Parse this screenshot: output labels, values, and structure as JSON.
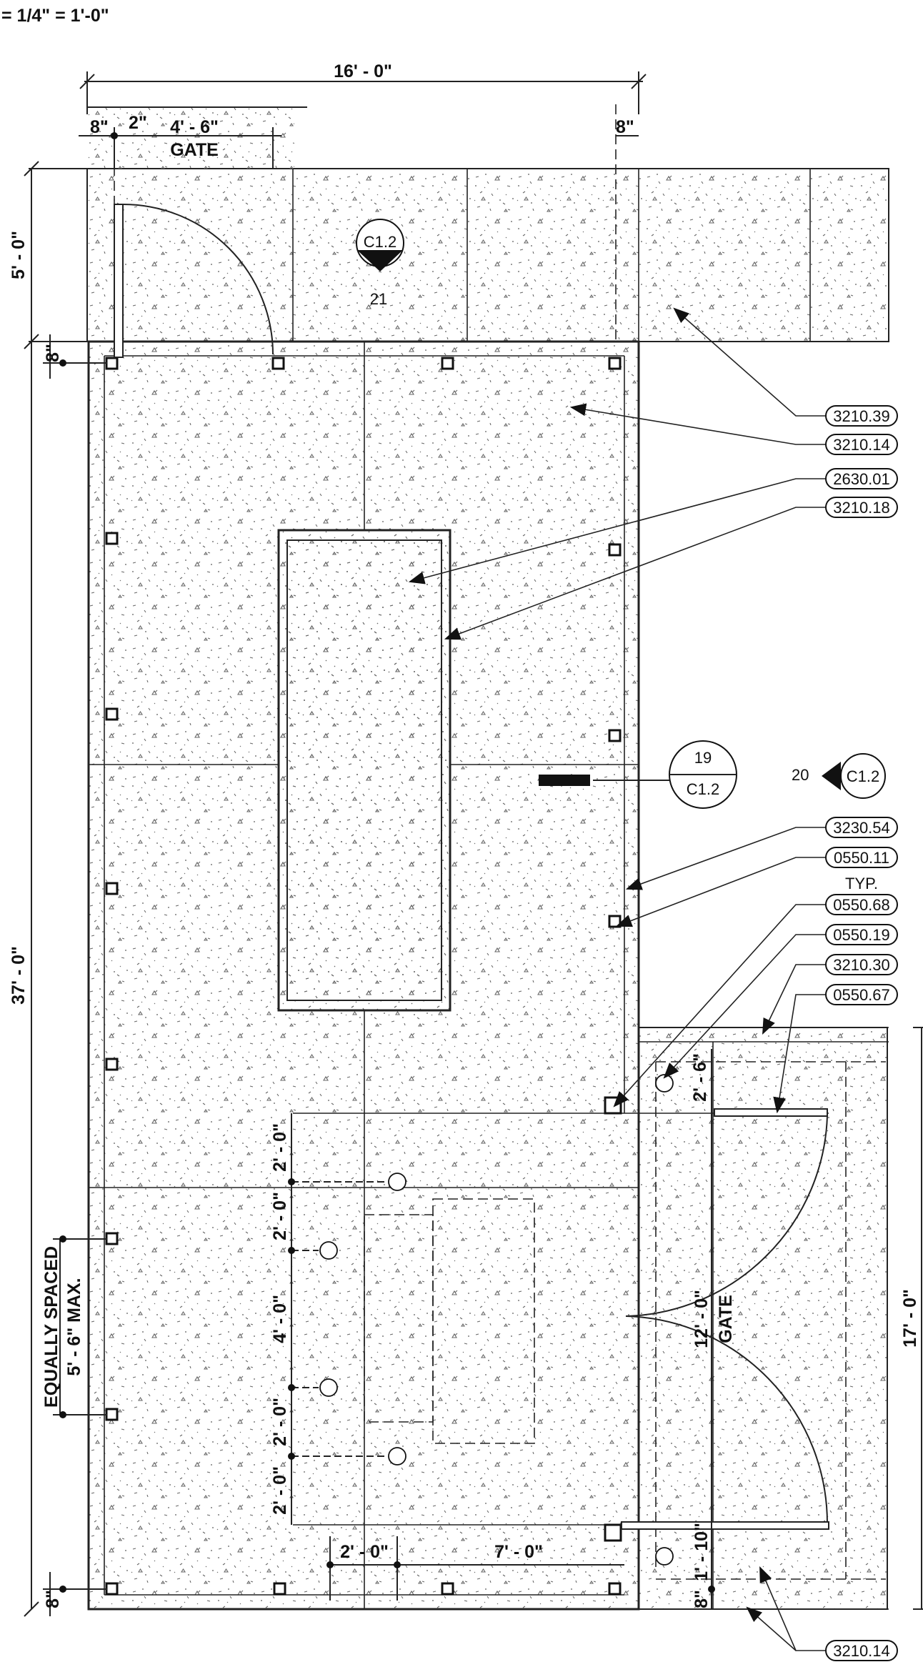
{
  "scale_note": "= 1/4\" = 1'-0\"",
  "dimensions": {
    "overall_width": "16' - 0\"",
    "top_offset_left": "8\"",
    "top_offset_2in": "2\"",
    "gate_top_width": "4' - 6\"",
    "gate_top_label": "GATE",
    "top_offset_right": "8\"",
    "left_upper_height": "5' - 0\"",
    "left_small_offset": "8\"",
    "left_main_height": "37' - 0\"",
    "equally_spaced_1": "EQUALLY SPACED",
    "equally_spaced_2": "5' - 6\" MAX.",
    "left_bottom_offset": "8\"",
    "v1": "2' - 0\"",
    "v2": "2' - 0\"",
    "v3": "4' - 0\"",
    "v4": "2' - 0\"",
    "v5": "2' - 0\"",
    "h1": "2' - 0\"",
    "h2": "7' - 0\"",
    "gate_right_offset": "2' - 6\"",
    "gate_right_width": "12' - 0\"",
    "gate_right_label": "GATE",
    "gate_right_bottom": "1' - 10\"",
    "gate_right_8in": "8\"",
    "right_height": "17' - 0\""
  },
  "section_marks": {
    "top_ref": "C1.2",
    "top_num": "21",
    "mid_num": "19",
    "mid_ref": "C1.2",
    "right_num": "20",
    "right_ref": "C1.2"
  },
  "keynotes": [
    "3210.39",
    "3210.14",
    "2630.01",
    "3210.18",
    "3230.54",
    "0550.11",
    "0550.68",
    "0550.19",
    "3210.30",
    "0550.67",
    "3210.14"
  ],
  "keynote_suffix": "TYP."
}
